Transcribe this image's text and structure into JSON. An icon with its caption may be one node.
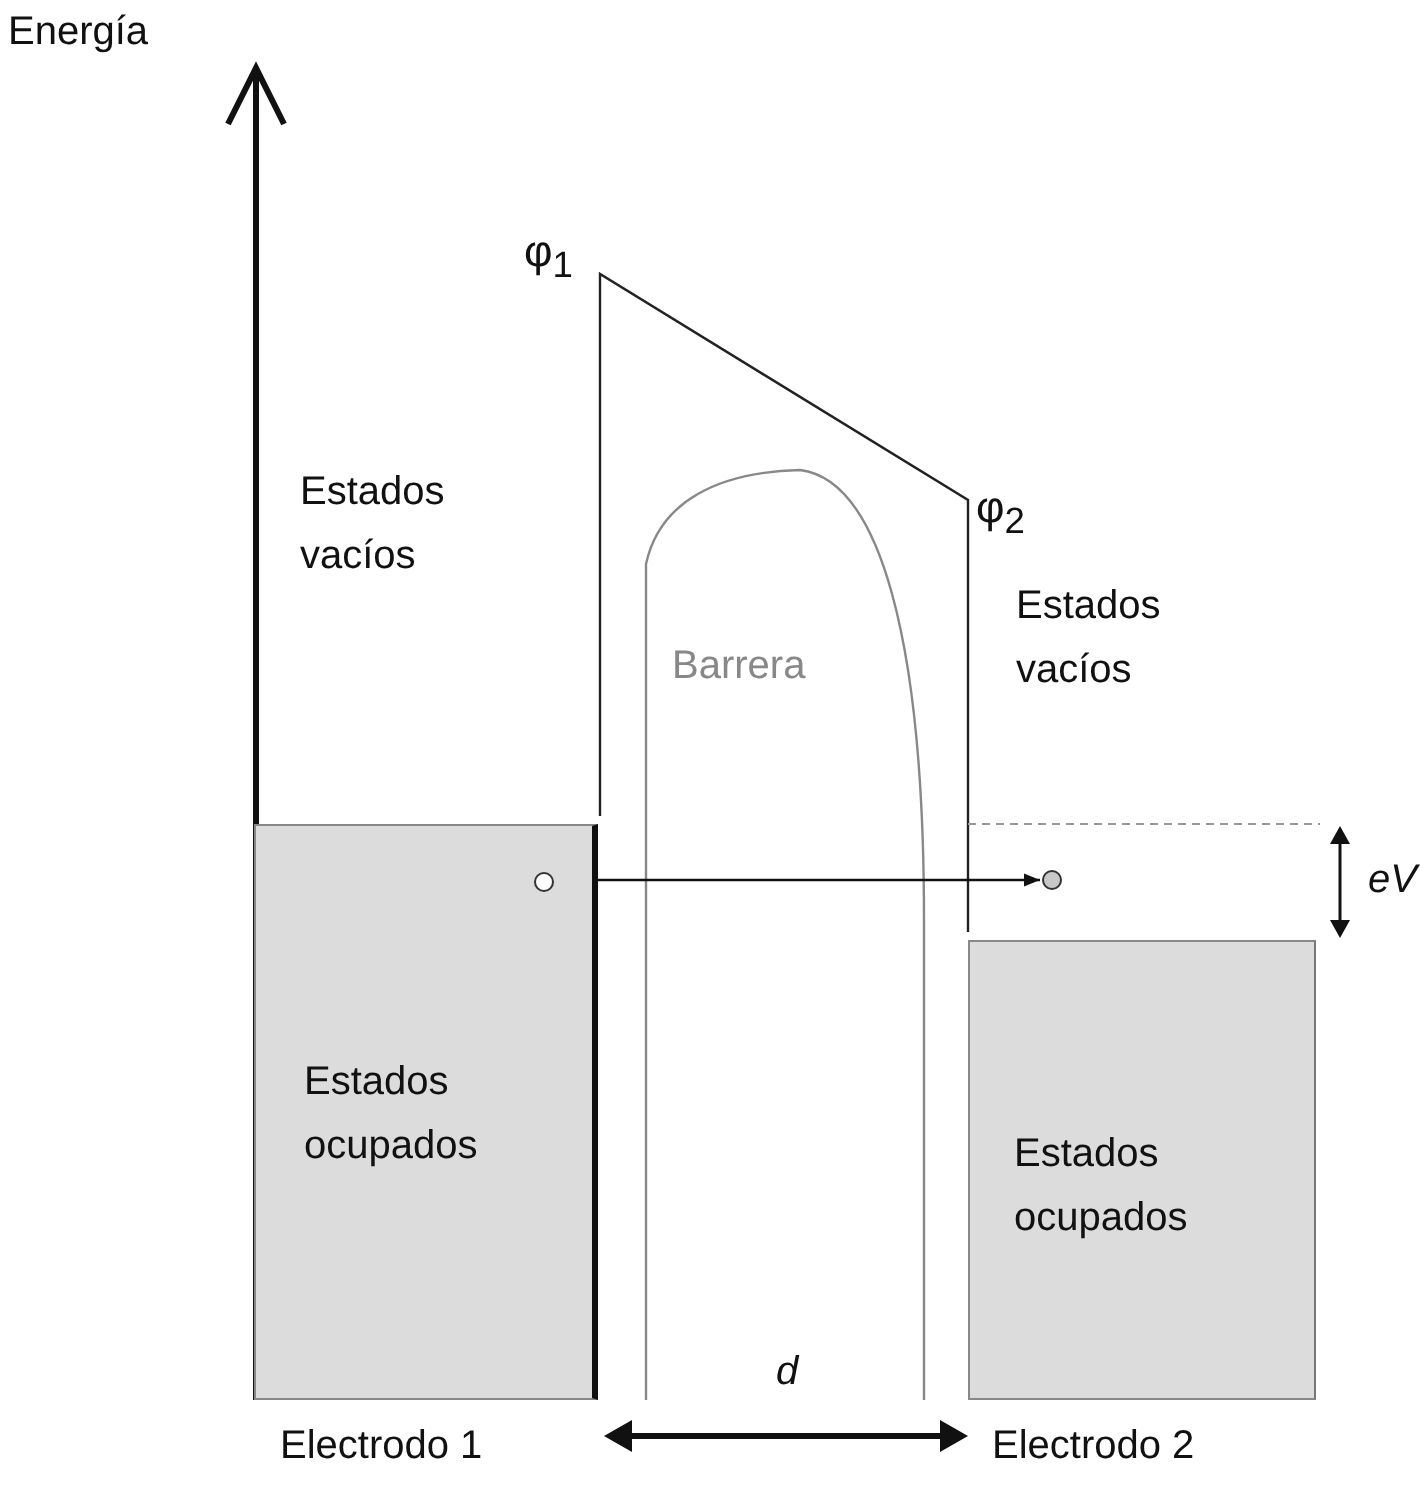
{
  "diagram": {
    "nodes": [
      {
        "text": [
          "Estados ocupados"
        ],
        "beside": [
          "Electrodo 1"
        ]
      },
      {
        "text": [
          "Estados ocupados"
        ],
        "beside": [
          "Electrodo 2"
        ]
      },
      {
        "text": [],
        "shape": "circle",
        "in": 0
      },
      {
        "text": [],
        "shape": "circle"
      }
    ],
    "edges": [
      {
        "from": 2,
        "to": 3,
        "arrow": "to"
      }
    ],
    "labels": [
      "Energía",
      "φ$_{1}$",
      "Estados vacíos",
      "φ$_{2}$",
      "Barrera",
      "Estados vacíos",
      "eV",
      "d"
    ]
  }
}
